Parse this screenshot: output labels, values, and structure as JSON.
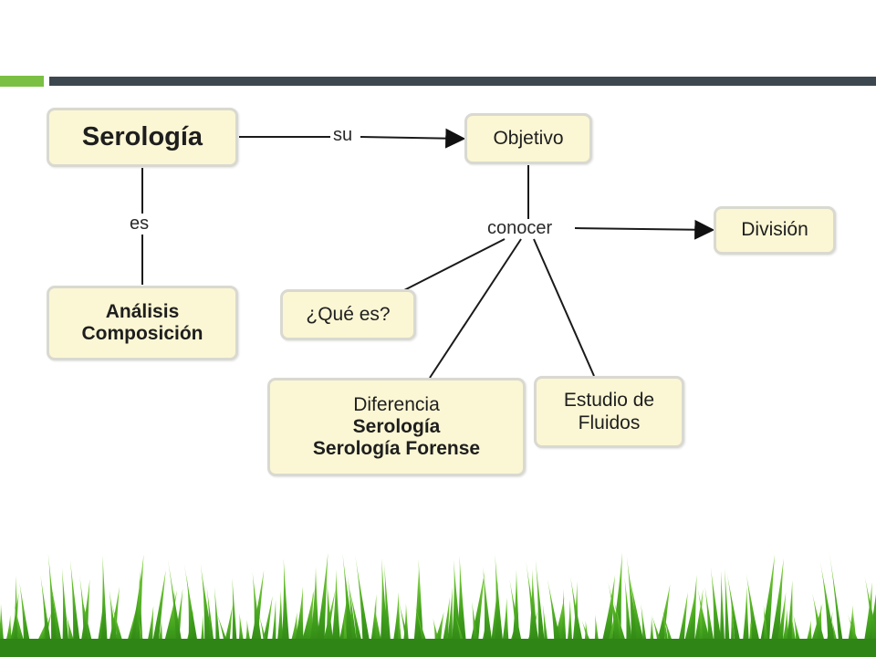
{
  "nodes": {
    "serologia": "Serología",
    "objetivo": "Objetivo",
    "division": "División",
    "analisis": {
      "line1": "Análisis",
      "line2": "Composición"
    },
    "que_es": "¿Qué es?",
    "diferencia": {
      "line1": "Diferencia",
      "line2": "Serología",
      "line3": "Serología Forense"
    },
    "estudio": {
      "line1": "Estudio de",
      "line2": "Fluidos"
    }
  },
  "links": {
    "su": "su",
    "es": "es",
    "conocer": "conocer"
  },
  "colors": {
    "node_fill": "#fbf7d4",
    "node_border": "#d9d9d1",
    "accent_green": "#7bc043",
    "header_bar": "#3d4750",
    "grass": "#4caf1f"
  }
}
